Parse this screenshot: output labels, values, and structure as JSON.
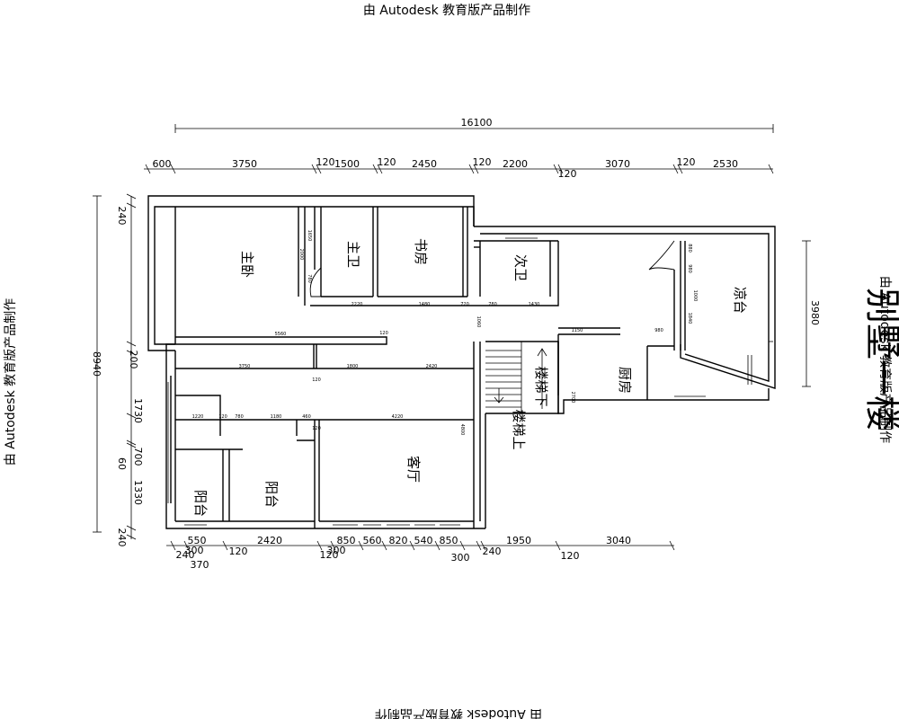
{
  "watermark": {
    "top": "由 Autodesk 教育版产品制作",
    "left": "由 Autodesk 教育版产品制作",
    "right": "由 Autodesk 教育版产品制作",
    "bottom": "由 Autodesk 教育版产品制作"
  },
  "title": "别墅一楼",
  "rooms": {
    "master_bedroom": "主卧",
    "master_bath": "主卫",
    "study": "书房",
    "second_bath": "次卫",
    "cool_balcony": "凉台",
    "kitchen": "厨房",
    "living_room": "客厅",
    "stairs_down": "楼梯下",
    "stairs_up": "楼梯上",
    "balcony_left": "阳台",
    "balcony_right": "阳台"
  },
  "dimensions": {
    "overall_top": "16100",
    "top_chain": [
      "600",
      "3750",
      "120",
      "1500",
      "120",
      "2450",
      "120",
      "2200",
      "120",
      "3070",
      "120",
      "2530"
    ],
    "left_overall": "8940",
    "left_chain": [
      "240",
      "200",
      "1730",
      "700",
      "60",
      "1330",
      "240"
    ],
    "right_overall": "3980",
    "bottom_row1": [
      "550",
      "2420",
      "850",
      "560",
      "820",
      "540",
      "850",
      "1950",
      "3040"
    ],
    "bottom_row2": [
      "240",
      "300",
      "120",
      "120",
      "300",
      "300",
      "240",
      "120"
    ],
    "bottom_row3": [
      "370"
    ],
    "interior": {
      "bath_v1": "1650",
      "bath_v2": "2000",
      "bath_v3": "780",
      "row1": [
        "2220",
        "1480",
        "720",
        "780",
        "1430"
      ],
      "corridor": "5560",
      "corridor_120": "120",
      "v1060": "1060",
      "lower_row": [
        "3750",
        "1800",
        "2420"
      ],
      "small_120": "120",
      "living_row": [
        "1220",
        "120",
        "780",
        "1180",
        "460",
        "4220"
      ],
      "v120": "120",
      "v4800": "4800",
      "kitchen_w1": "1150",
      "kitchen_w2": "980",
      "kitchen_h": "2700",
      "balcony_v": [
        "880",
        "980",
        "1000",
        "1840"
      ]
    }
  }
}
